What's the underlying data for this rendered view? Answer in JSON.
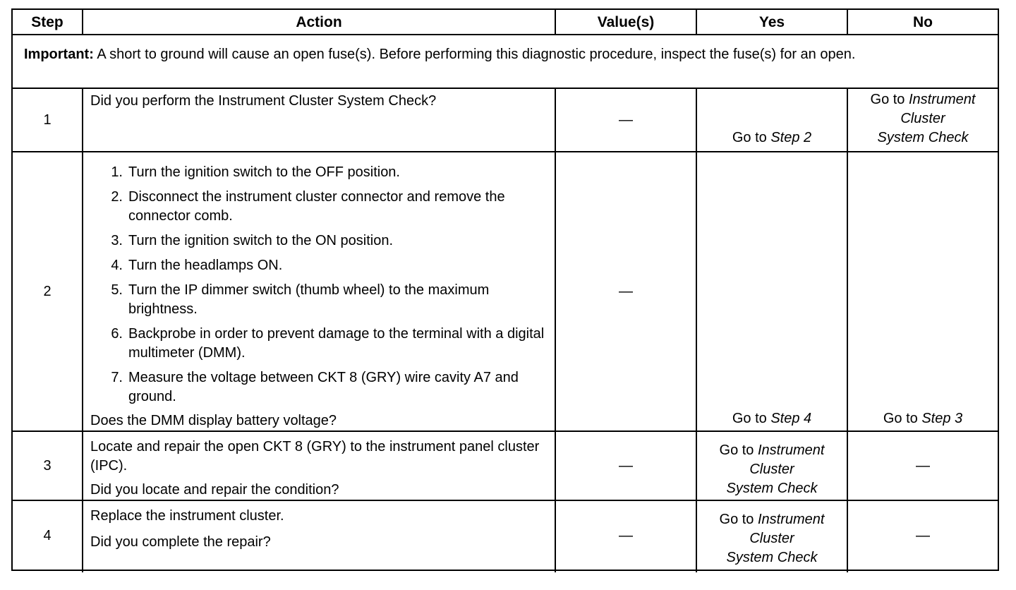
{
  "headers": {
    "step": "Step",
    "action": "Action",
    "values": "Value(s)",
    "yes": "Yes",
    "no": "No"
  },
  "important": {
    "label": "Important:",
    "text": " A short to ground will cause an open fuse(s). Before performing this diagnostic procedure, inspect the fuse(s) for an open."
  },
  "rows": [
    {
      "step": "1",
      "action": "Did you perform the Instrument Cluster System Check?",
      "value": "—",
      "yes_prefix": "Go to ",
      "yes_link": "Step 2",
      "no_prefix": "Go to ",
      "no_link_line1": "Instrument",
      "no_link_line2": "Cluster",
      "no_link_line3": "System Check"
    },
    {
      "step": "2",
      "list": [
        {
          "n": "1.",
          "text": "Turn the ignition switch to the OFF position."
        },
        {
          "n": "2.",
          "text": "Disconnect the instrument cluster connector and remove the connector comb."
        },
        {
          "n": "3.",
          "text": "Turn the ignition switch to the ON position."
        },
        {
          "n": "4.",
          "text": "Turn the headlamps ON."
        },
        {
          "n": "5.",
          "text": "Turn the IP dimmer switch (thumb wheel) to the maximum brightness."
        },
        {
          "n": "6.",
          "text": "Backprobe in order to prevent damage to the terminal with a digital multimeter (DMM)."
        },
        {
          "n": "7.",
          "text": "Measure the voltage between CKT 8 (GRY) wire cavity A7 and ground."
        }
      ],
      "question": "Does the DMM display battery voltage?",
      "value": "—",
      "yes_prefix": "Go to ",
      "yes_link": "Step 4",
      "no_prefix": "Go to ",
      "no_link": "Step 3"
    },
    {
      "step": "3",
      "action": "Locate and repair the open CKT 8 (GRY) to the instrument panel cluster (IPC).",
      "question": "Did you locate and repair the condition?",
      "value": "—",
      "yes_prefix": "Go to ",
      "yes_link_line1": "Instrument",
      "yes_link_line2": "Cluster",
      "yes_link_line3": "System Check",
      "no": "—"
    },
    {
      "step": "4",
      "action": "Replace the instrument cluster.",
      "question": "Did you complete the repair?",
      "value": "—",
      "yes_prefix": "Go to ",
      "yes_link_line1": "Instrument",
      "yes_link_line2": "Cluster",
      "yes_link_line3": "System Check",
      "no": "—"
    }
  ]
}
